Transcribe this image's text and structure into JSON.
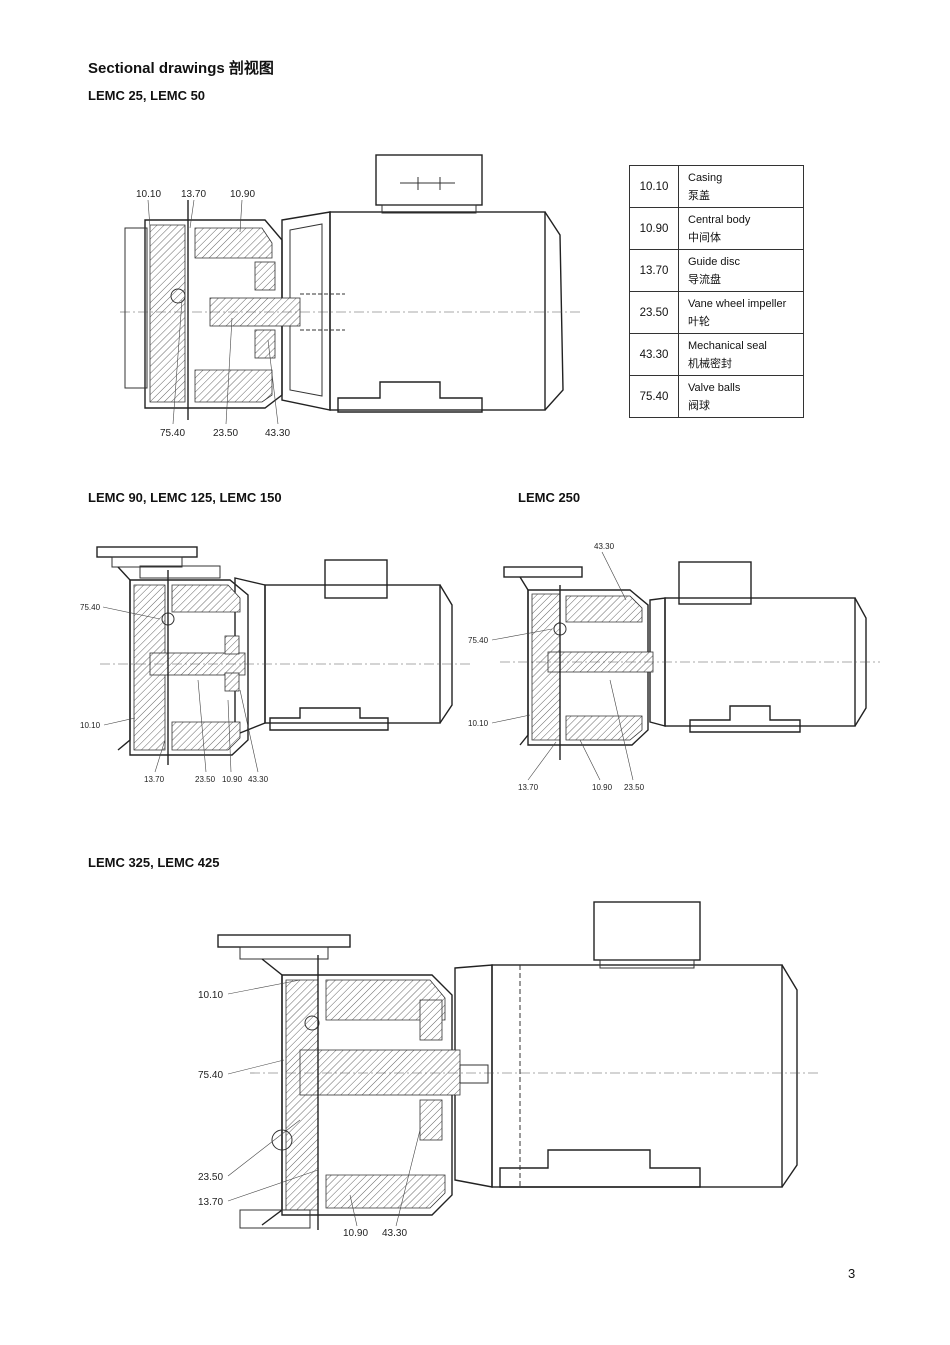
{
  "title": "Sectional drawings 剖视图",
  "section_1": {
    "heading": "LEMC 25, LEMC 50",
    "labels_top": [
      "10.10",
      "13.70",
      "10.90"
    ],
    "labels_bottom": [
      "75.40",
      "23.50",
      "43.30"
    ]
  },
  "parts_table": [
    {
      "num": "10.10",
      "en": "Casing",
      "zh": "泵盖"
    },
    {
      "num": "10.90",
      "en": "Central body",
      "zh": "中间体"
    },
    {
      "num": "13.70",
      "en": "Guide disc",
      "zh": "导流盘"
    },
    {
      "num": "23.50",
      "en": "Vane wheel impeller",
      "zh": "叶轮"
    },
    {
      "num": "43.30",
      "en": "Mechanical seal",
      "zh": "机械密封"
    },
    {
      "num": "75.40",
      "en": "Valve balls",
      "zh": "阀球"
    }
  ],
  "section_2": {
    "heading": "LEMC 90, LEMC 125, LEMC 150",
    "labels_left": [
      "75.40",
      "10.10"
    ],
    "labels_bottom": [
      "13.70",
      "23.50",
      "10.90",
      "43.30"
    ]
  },
  "section_3": {
    "heading": "LEMC 250",
    "label_top": "43.30",
    "labels_left": [
      "75.40",
      "10.10"
    ],
    "labels_bottom": [
      "13.70",
      "10.90",
      "23.50"
    ]
  },
  "section_4": {
    "heading": "LEMC 325, LEMC 425",
    "labels_left": [
      "10.10",
      "75.40",
      "23.50",
      "13.70"
    ],
    "labels_bottom": [
      "10.90",
      "43.30"
    ]
  },
  "page_number": "3"
}
